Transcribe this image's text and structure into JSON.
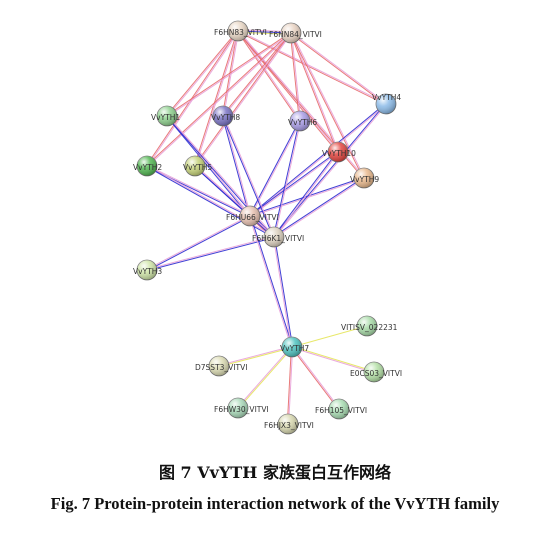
{
  "network": {
    "nodes": [
      {
        "id": "F6HN83_VITVI",
        "label": "F6HN83_VITVI",
        "color": "#e8d6c4"
      },
      {
        "id": "F6HN84_VITVI",
        "label": "F6HN84_VITVI",
        "color": "#e8d2c2"
      },
      {
        "id": "VvYTH1",
        "label": "VvYTH1",
        "color": "#8fd18f"
      },
      {
        "id": "VvYTH8",
        "label": "VvYTH8",
        "color": "#7a73c4"
      },
      {
        "id": "VvYTH6",
        "label": "VvYTH6",
        "color": "#a89ce6"
      },
      {
        "id": "VvYTH4",
        "label": "VvYTH4",
        "color": "#8cbbe8"
      },
      {
        "id": "VvYTH2",
        "label": "VvYTH2",
        "color": "#53b853"
      },
      {
        "id": "VvYTH5",
        "label": "VvYTH5",
        "color": "#c6d37a"
      },
      {
        "id": "VvYTH10",
        "label": "VvYTH10",
        "color": "#e3453f"
      },
      {
        "id": "VvYTH9",
        "label": "VvYTH9",
        "color": "#e9b98d"
      },
      {
        "id": "F6HU66_VITVI",
        "label": "F6HU66_VITVI",
        "color": "#e6c0b0"
      },
      {
        "id": "F6H6K1_VITVI",
        "label": "F6H6K1_VITVI",
        "color": "#ddd2c0"
      },
      {
        "id": "VvYTH3",
        "label": "VvYTH3",
        "color": "#cfe5a8"
      },
      {
        "id": "VvYTH7",
        "label": "VvYTH7",
        "color": "#4fc3c0"
      },
      {
        "id": "VITISV_022231",
        "label": "VITISV_022231",
        "color": "#a9dca9"
      },
      {
        "id": "D7SST3_VITVI",
        "label": "D7SST3_VITVI",
        "color": "#dcdcb4"
      },
      {
        "id": "E0CS03_VITVI",
        "label": "E0CS03_VITVI",
        "color": "#b4e0a6"
      },
      {
        "id": "F6HW30_VITVI",
        "label": "F6HW30_VITVI",
        "color": "#a9d9b9"
      },
      {
        "id": "F6H105_VITVI",
        "label": "F6H105_VITVI",
        "color": "#a9ddb3"
      },
      {
        "id": "F6HJX3_VITVI",
        "label": "F6HJX3_VITVI",
        "color": "#d8d8b0"
      }
    ],
    "edges": [
      {
        "source": "F6HN83_VITVI",
        "target": "F6HN84_VITVI",
        "colors": [
          "#e8a0d8",
          "#2b2bd0",
          "#e6e65a"
        ]
      },
      {
        "source": "F6HN83_VITVI",
        "target": "VvYTH1",
        "colors": [
          "#e8a0d8",
          "#e66a6a"
        ]
      },
      {
        "source": "F6HN83_VITVI",
        "target": "VvYTH8",
        "colors": [
          "#e8a0d8",
          "#e66a6a"
        ]
      },
      {
        "source": "F6HN83_VITVI",
        "target": "VvYTH6",
        "colors": [
          "#e8a0d8",
          "#e66a6a"
        ]
      },
      {
        "source": "F6HN83_VITVI",
        "target": "VvYTH4",
        "colors": [
          "#e8a0d8",
          "#e66a6a"
        ]
      },
      {
        "source": "F6HN83_VITVI",
        "target": "VvYTH2",
        "colors": [
          "#e8a0d8",
          "#e66a6a"
        ]
      },
      {
        "source": "F6HN83_VITVI",
        "target": "VvYTH5",
        "colors": [
          "#e8a0d8",
          "#e66a6a"
        ]
      },
      {
        "source": "F6HN83_VITVI",
        "target": "VvYTH10",
        "colors": [
          "#e8a0d8",
          "#e66a6a"
        ]
      },
      {
        "source": "F6HN83_VITVI",
        "target": "VvYTH9",
        "colors": [
          "#e8a0d8",
          "#e66a6a"
        ]
      },
      {
        "source": "F6HN84_VITVI",
        "target": "VvYTH1",
        "colors": [
          "#e8a0d8",
          "#e66a6a"
        ]
      },
      {
        "source": "F6HN84_VITVI",
        "target": "VvYTH8",
        "colors": [
          "#e8a0d8",
          "#e66a6a"
        ]
      },
      {
        "source": "F6HN84_VITVI",
        "target": "VvYTH6",
        "colors": [
          "#e8a0d8",
          "#e66a6a"
        ]
      },
      {
        "source": "F6HN84_VITVI",
        "target": "VvYTH4",
        "colors": [
          "#e8a0d8",
          "#e66a6a"
        ]
      },
      {
        "source": "F6HN84_VITVI",
        "target": "VvYTH2",
        "colors": [
          "#e8a0d8",
          "#e66a6a"
        ]
      },
      {
        "source": "F6HN84_VITVI",
        "target": "VvYTH5",
        "colors": [
          "#e8a0d8",
          "#e66a6a"
        ]
      },
      {
        "source": "F6HN84_VITVI",
        "target": "VvYTH10",
        "colors": [
          "#e8a0d8",
          "#e66a6a"
        ]
      },
      {
        "source": "F6HN84_VITVI",
        "target": "VvYTH9",
        "colors": [
          "#e8a0d8",
          "#e66a6a"
        ]
      },
      {
        "source": "F6HU66_VITVI",
        "target": "VvYTH1",
        "colors": [
          "#2b2bd0",
          "#e8a0d8"
        ]
      },
      {
        "source": "F6HU66_VITVI",
        "target": "VvYTH8",
        "colors": [
          "#2b2bd0",
          "#e8a0d8"
        ]
      },
      {
        "source": "F6HU66_VITVI",
        "target": "VvYTH6",
        "colors": [
          "#2b2bd0",
          "#e8a0d8"
        ]
      },
      {
        "source": "F6HU66_VITVI",
        "target": "VvYTH4",
        "colors": [
          "#2b2bd0",
          "#e8a0d8"
        ]
      },
      {
        "source": "F6HU66_VITVI",
        "target": "VvYTH2",
        "colors": [
          "#2b2bd0",
          "#e8a0d8"
        ]
      },
      {
        "source": "F6HU66_VITVI",
        "target": "VvYTH5",
        "colors": [
          "#2b2bd0",
          "#e8a0d8"
        ]
      },
      {
        "source": "F6HU66_VITVI",
        "target": "VvYTH10",
        "colors": [
          "#2b2bd0",
          "#e8a0d8"
        ]
      },
      {
        "source": "F6HU66_VITVI",
        "target": "VvYTH9",
        "colors": [
          "#2b2bd0",
          "#e8a0d8"
        ]
      },
      {
        "source": "F6HU66_VITVI",
        "target": "VvYTH3",
        "colors": [
          "#2b2bd0",
          "#e8a0d8"
        ]
      },
      {
        "source": "F6HU66_VITVI",
        "target": "F6H6K1_VITVI",
        "colors": [
          "#2b2bd0",
          "#e8a0d8",
          "#e66a6a"
        ]
      },
      {
        "source": "F6H6K1_VITVI",
        "target": "VvYTH1",
        "colors": [
          "#2b2bd0",
          "#e8a0d8"
        ]
      },
      {
        "source": "F6H6K1_VITVI",
        "target": "VvYTH8",
        "colors": [
          "#2b2bd0",
          "#e8a0d8"
        ]
      },
      {
        "source": "F6H6K1_VITVI",
        "target": "VvYTH6",
        "colors": [
          "#2b2bd0",
          "#e8a0d8"
        ]
      },
      {
        "source": "F6H6K1_VITVI",
        "target": "VvYTH4",
        "colors": [
          "#2b2bd0",
          "#e8a0d8"
        ]
      },
      {
        "source": "F6H6K1_VITVI",
        "target": "VvYTH2",
        "colors": [
          "#2b2bd0",
          "#e8a0d8"
        ]
      },
      {
        "source": "F6H6K1_VITVI",
        "target": "VvYTH5",
        "colors": [
          "#2b2bd0",
          "#e8a0d8"
        ]
      },
      {
        "source": "F6H6K1_VITVI",
        "target": "VvYTH10",
        "colors": [
          "#2b2bd0",
          "#e8a0d8"
        ]
      },
      {
        "source": "F6H6K1_VITVI",
        "target": "VvYTH9",
        "colors": [
          "#2b2bd0",
          "#e8a0d8"
        ]
      },
      {
        "source": "F6H6K1_VITVI",
        "target": "VvYTH3",
        "colors": [
          "#2b2bd0",
          "#e8a0d8"
        ]
      },
      {
        "source": "F6HU66_VITVI",
        "target": "VvYTH7",
        "colors": [
          "#2b2bd0",
          "#e8a0d8"
        ]
      },
      {
        "source": "F6H6K1_VITVI",
        "target": "VvYTH7",
        "colors": [
          "#2b2bd0",
          "#e8a0d8"
        ]
      },
      {
        "source": "VvYTH7",
        "target": "VITISV_022231",
        "colors": [
          "#e6e65a"
        ]
      },
      {
        "source": "VvYTH7",
        "target": "D7SST3_VITVI",
        "colors": [
          "#e6e65a",
          "#e8a0d8"
        ]
      },
      {
        "source": "VvYTH7",
        "target": "E0CS03_VITVI",
        "colors": [
          "#e6e65a",
          "#e8a0d8"
        ]
      },
      {
        "source": "VvYTH7",
        "target": "F6HW30_VITVI",
        "colors": [
          "#e6e65a",
          "#e8a0d8"
        ]
      },
      {
        "source": "VvYTH7",
        "target": "F6H105_VITVI",
        "colors": [
          "#e8a0d8",
          "#e66a6a"
        ]
      },
      {
        "source": "VvYTH7",
        "target": "F6HJX3_VITVI",
        "colors": [
          "#e8a0d8",
          "#e66a6a"
        ]
      }
    ]
  },
  "caption": {
    "cn": "图 7 VvYTH 家族蛋白互作网络",
    "en": "Fig. 7 Protein-protein interaction network of the VvYTH family"
  }
}
